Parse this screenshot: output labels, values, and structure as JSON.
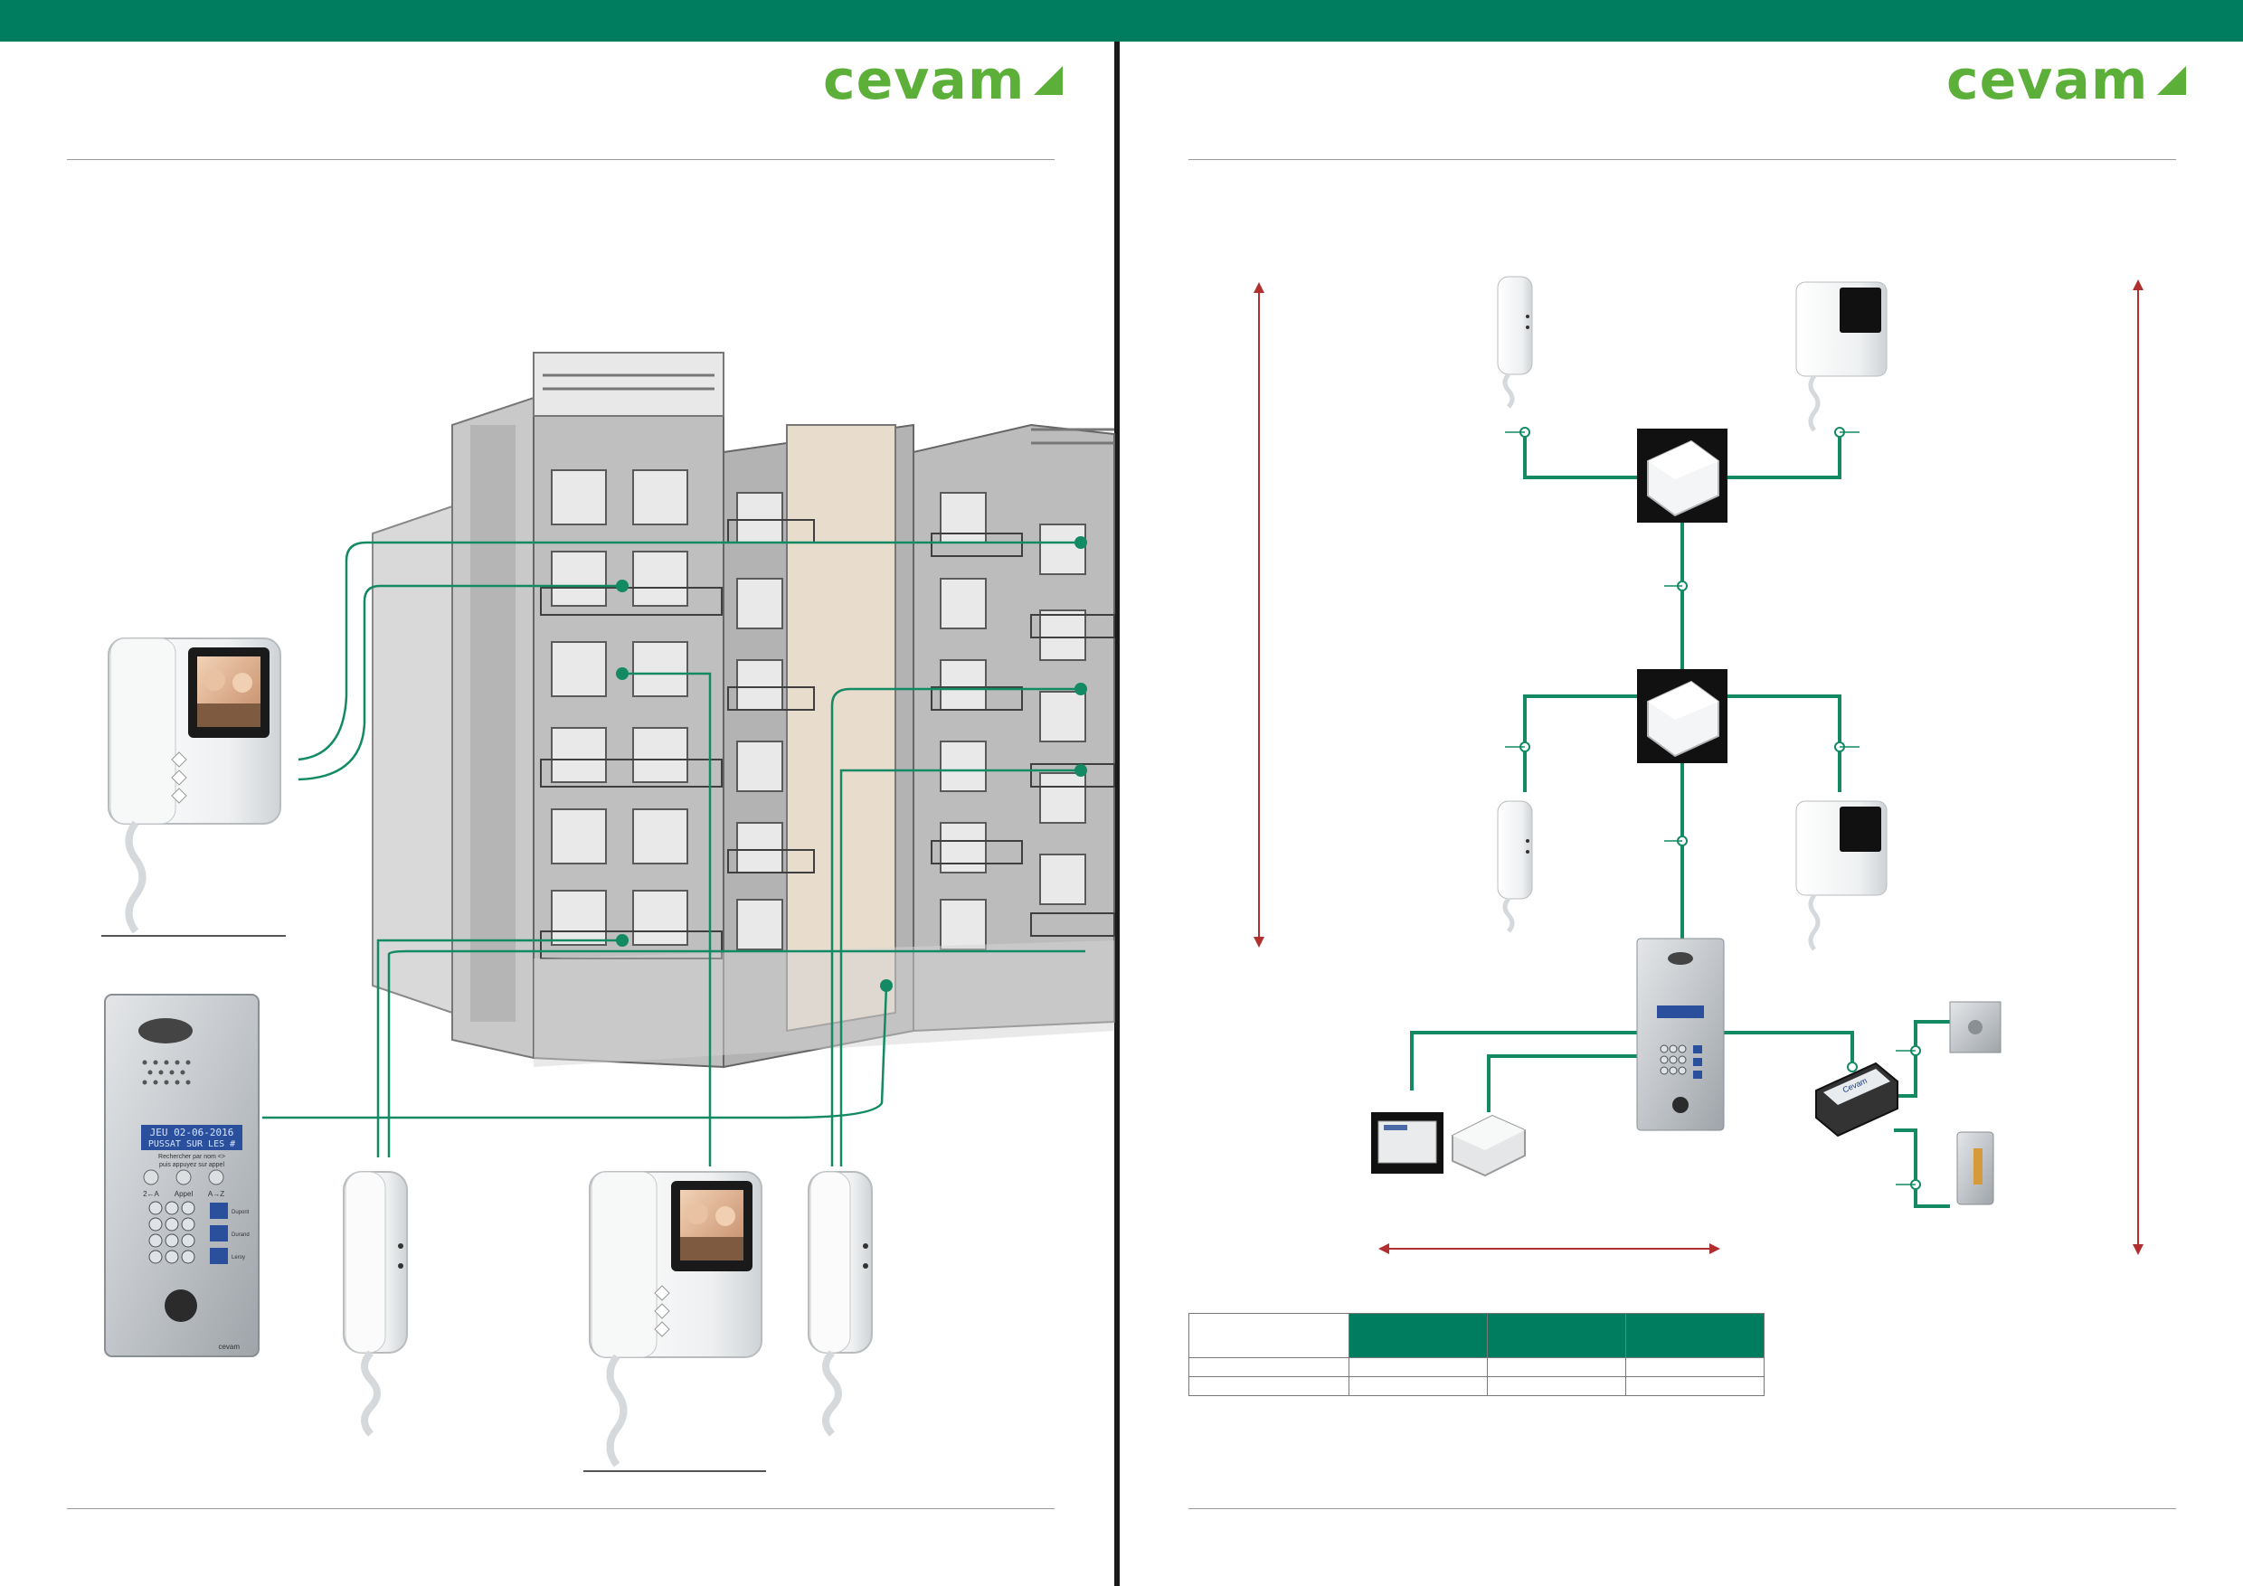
{
  "brand": {
    "name": "cevam",
    "color": "#5cb03a",
    "bar_color": "#007c5f"
  },
  "panel": {
    "display_line_1": "JEU 02-06-2016",
    "display_line_2": "PUSSAT SUR LES #",
    "display_line_3": "Rechercher par nom <>",
    "display_line_4": "puis appuyez sur appel",
    "label_left": "2←A",
    "label_mid": "Appel",
    "label_right": "A→Z",
    "name_tag_1": "Dupont",
    "name_tag_2": "Durand",
    "name_tag_3": "Leroy",
    "footer": "cevam"
  },
  "controller": {
    "label": "Cevam"
  },
  "icons": [
    "cevam-triangle-icon",
    "camera-icon",
    "speaker-grille-icon",
    "keypad-icon",
    "reader-icon",
    "arrow-icon"
  ],
  "colors": {
    "wire": "#138a64",
    "arrow": "#b22f2f",
    "table_header": "#007c5f"
  }
}
